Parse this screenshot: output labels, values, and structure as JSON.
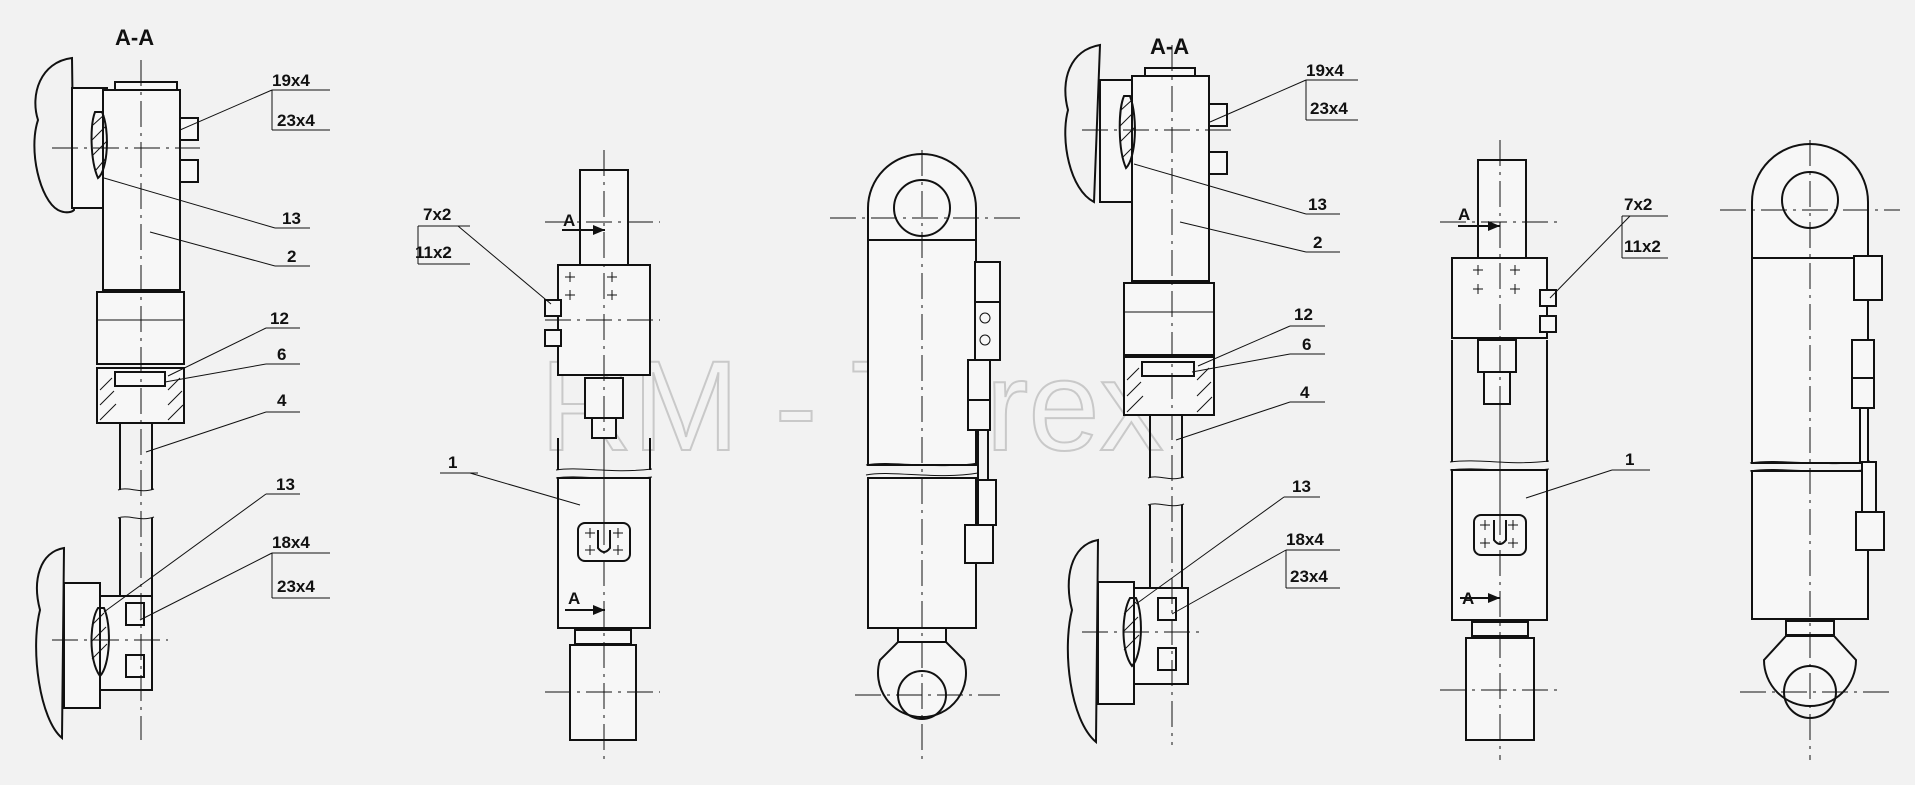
{
  "watermark": "RM - Terex",
  "views": {
    "left_section": {
      "title": "A-A",
      "upper_fastener": "19x4",
      "upper_fastener_alt": "23x4",
      "item_13_upper": "13",
      "item_2": "2",
      "item_12": "12",
      "item_6": "6",
      "item_4": "4",
      "item_13_lower": "13",
      "lower_fastener": "18x4",
      "lower_fastener_alt": "23x4"
    },
    "second_view": {
      "fastener": "7x2",
      "fastener_alt": "11x2",
      "section_mark_upper": "A",
      "section_mark_lower": "A",
      "item_1": "1"
    },
    "right_section": {
      "title": "A-A",
      "upper_fastener": "19x4",
      "upper_fastener_alt": "23x4",
      "item_13_upper": "13",
      "item_2": "2",
      "item_12": "12",
      "item_6": "6",
      "item_4": "4",
      "item_13_lower": "13",
      "lower_fastener": "18x4",
      "lower_fastener_alt": "23x4"
    },
    "fifth_view": {
      "fastener": "7x2",
      "fastener_alt": "11x2",
      "section_mark_upper": "A",
      "section_mark_lower": "A",
      "item_1": "1"
    }
  }
}
